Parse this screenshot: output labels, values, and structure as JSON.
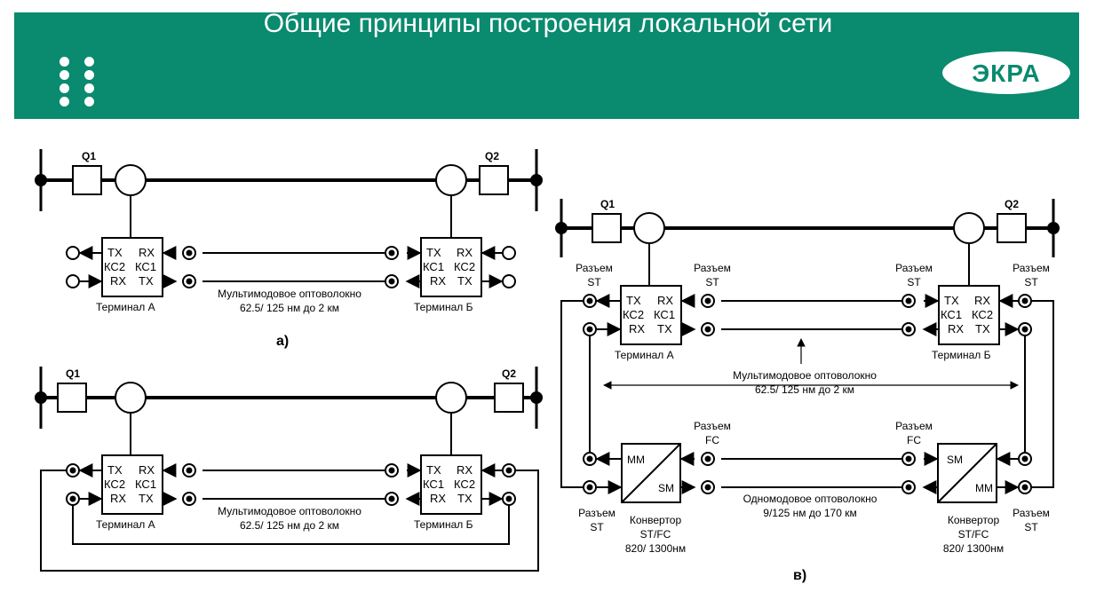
{
  "header": {
    "title": "Общие принципы построения локальной сети",
    "logo": "ЭКРА",
    "brand_color": "#0a8a6e"
  },
  "diagram_a": {
    "q1": "Q1",
    "q2": "Q2",
    "term_a": {
      "r1l": "TX",
      "r1r": "RX",
      "r2l": "КС2",
      "r2r": "КС1",
      "r3l": "RX",
      "r3r": "TX",
      "name": "Терминал А"
    },
    "term_b": {
      "r1l": "TX",
      "r1r": "RX",
      "r2l": "КС1",
      "r2r": "КС2",
      "r3l": "RX",
      "r3r": "TX",
      "name": "Терминал Б"
    },
    "fiber1": "Мультимодовое оптоволокно",
    "fiber2": "62.5/ 125 нм до 2 км",
    "caption": "а)"
  },
  "diagram_b": {
    "q1": "Q1",
    "q2": "Q2",
    "term_a": {
      "r1l": "TX",
      "r1r": "RX",
      "r2l": "КС2",
      "r2r": "КС1",
      "r3l": "RX",
      "r3r": "TX",
      "name": "Терминал А"
    },
    "term_b": {
      "r1l": "TX",
      "r1r": "RX",
      "r2l": "КС1",
      "r2r": "КС2",
      "r3l": "RX",
      "r3r": "TX",
      "name": "Терминал Б"
    },
    "fiber1": "Мультимодовое оптоволокно",
    "fiber2": "62.5/ 125 нм до 2 км"
  },
  "diagram_c": {
    "q1": "Q1",
    "q2": "Q2",
    "term_a": {
      "r1l": "TX",
      "r1r": "RX",
      "r2l": "КС2",
      "r2r": "КС1",
      "r3l": "RX",
      "r3r": "TX",
      "name": "Терминал А"
    },
    "term_b": {
      "r1l": "TX",
      "r1r": "RX",
      "r2l": "КС1",
      "r2r": "КС2",
      "r3l": "RX",
      "r3r": "TX",
      "name": "Терминал Б"
    },
    "connector": "Разъем",
    "st": "ST",
    "fc": "FC",
    "fiber1": "Мультимодовое оптоволокно",
    "fiber2": "62.5/ 125 нм до 2 км",
    "single1": "Одномодовое оптоволокно",
    "single2": "9/125 нм до 170 км",
    "conv_mm": "MM",
    "conv_sm": "SM",
    "conv1": "Конвертор",
    "conv2": "ST/FC",
    "conv3": "820/ 1300нм",
    "caption": "в)"
  }
}
